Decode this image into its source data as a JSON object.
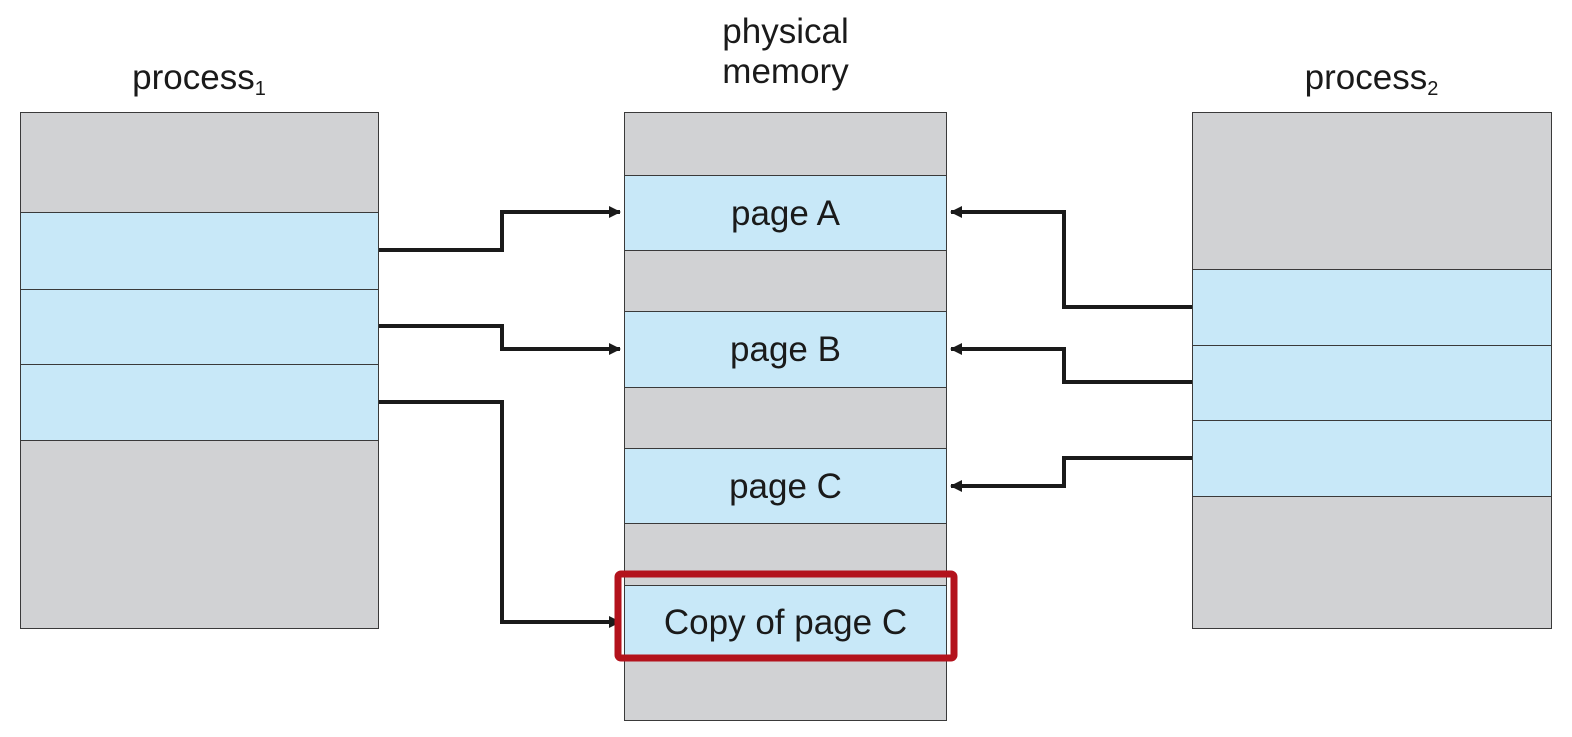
{
  "titles": {
    "process1": "process",
    "process1_sub": "1",
    "physical_memory_line1": "physical",
    "physical_memory_line2": "memory",
    "process2": "process",
    "process2_sub": "2"
  },
  "memory_pages": {
    "page_a": "page A",
    "page_b": "page B",
    "page_c": "page C",
    "copy_of_page_c": "Copy of page C"
  },
  "colors": {
    "frame_gray": "#d1d2d4",
    "page_blue": "#c8e8f8",
    "highlight_red": "#b3121c",
    "line_dark": "#3a3a3a"
  }
}
